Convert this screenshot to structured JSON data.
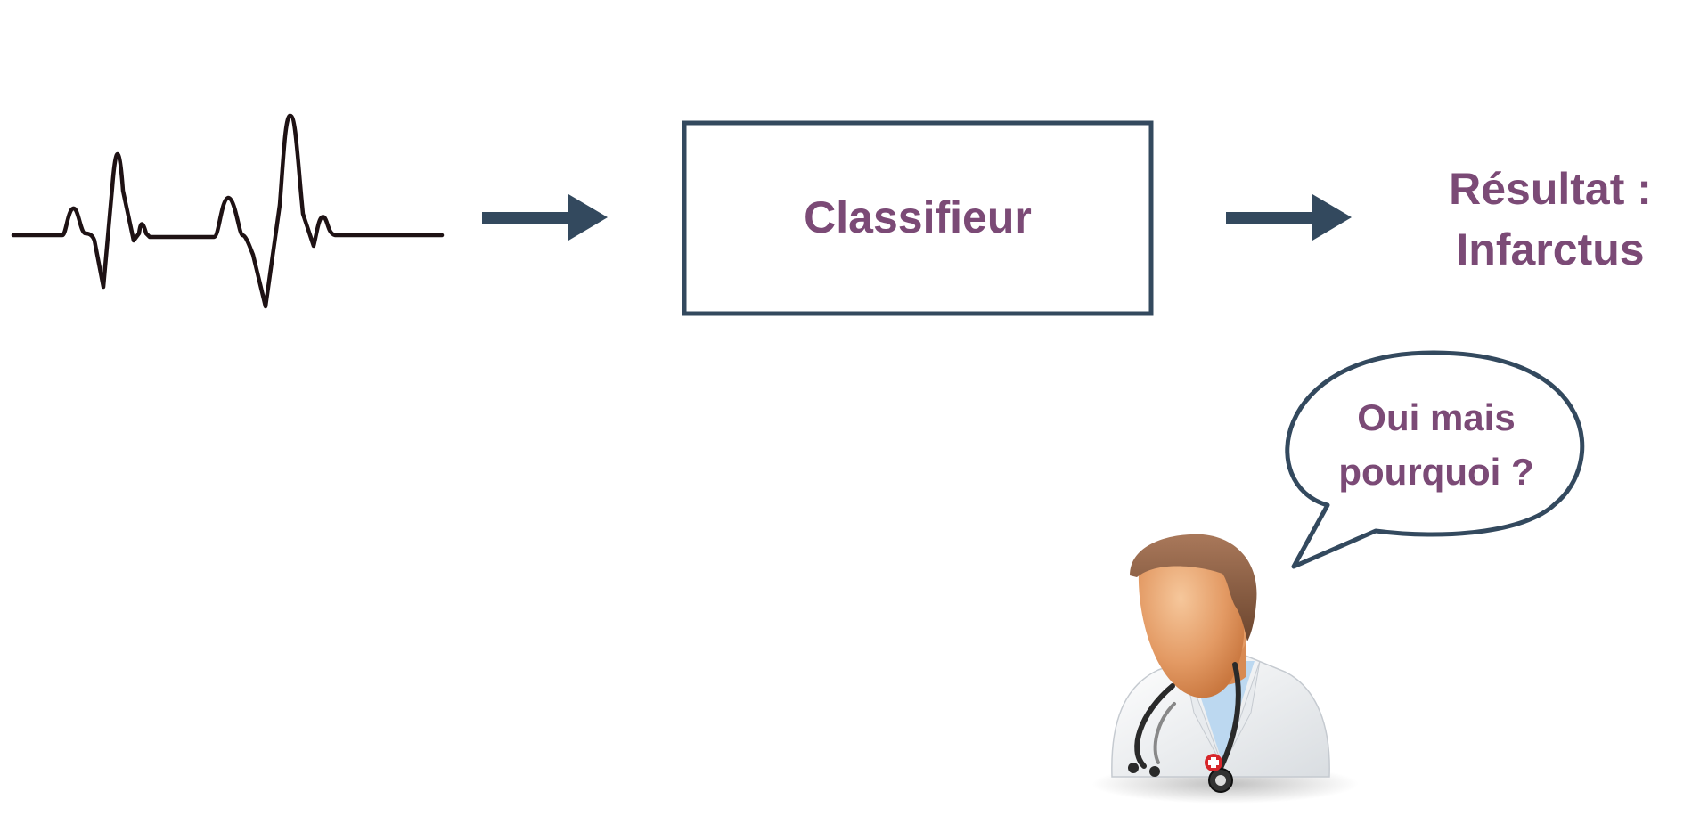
{
  "diagram": {
    "classifier_label": "Classifieur",
    "result_line1": "Résultat :",
    "result_line2": "Infarctus",
    "bubble_line1": "Oui mais",
    "bubble_line2": "pourquoi ?"
  },
  "icons": {
    "signal": "ecg-waveform-icon",
    "arrow": "right-arrow-icon",
    "person": "doctor-icon"
  },
  "colors": {
    "accent_text": "#7b4a76",
    "outline": "#33495e",
    "waveform": "#1e1214",
    "background": "#ffffff"
  }
}
